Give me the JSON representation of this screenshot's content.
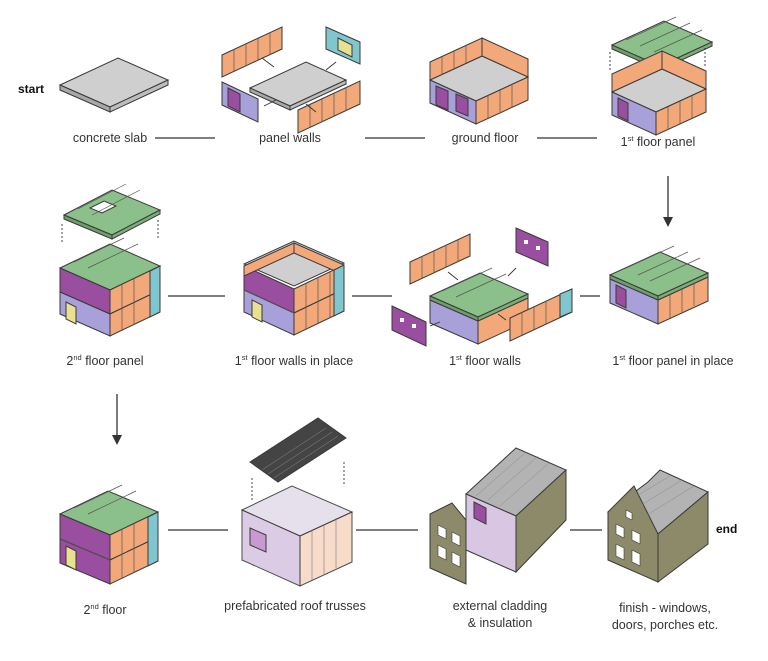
{
  "markers": {
    "start": "start",
    "end": "end"
  },
  "steps": [
    {
      "id": "concrete-slab",
      "label": "concrete slab"
    },
    {
      "id": "panel-walls",
      "label": "panel walls"
    },
    {
      "id": "ground-floor",
      "label": "ground floor"
    },
    {
      "id": "first-floor-panel",
      "label_pre": "1",
      "label_sup": "st",
      "label_post": " floor panel"
    },
    {
      "id": "first-floor-panel-in-place",
      "label_pre": "1",
      "label_sup": "st",
      "label_post": " floor panel in place"
    },
    {
      "id": "first-floor-walls",
      "label_pre": "1",
      "label_sup": "st",
      "label_post": " floor walls"
    },
    {
      "id": "first-floor-walls-in-place",
      "label_pre": "1",
      "label_sup": "st",
      "label_post": " floor walls in place"
    },
    {
      "id": "second-floor-panel",
      "label_pre": "2",
      "label_sup": "nd",
      "label_post": " floor panel"
    },
    {
      "id": "second-floor",
      "label_pre": "2",
      "label_sup": "nd",
      "label_post": " floor"
    },
    {
      "id": "prefabricated-roof-trusses",
      "label": "prefabricated roof trusses"
    },
    {
      "id": "external-cladding",
      "label_line1": "external cladding",
      "label_line2": "& insulation"
    },
    {
      "id": "finish",
      "label_line1": "finish - windows,",
      "label_line2": "doors, porches etc."
    }
  ],
  "colors": {
    "orange_panel": "#f2a878",
    "green_joist": "#8cc08a",
    "purple_panel": "#9a4ea0",
    "teal_panel": "#7fc6cf",
    "lilac_panel": "#a8a0d8",
    "yellow_panel": "#e9e090",
    "slab_top": "#cfcfcf",
    "cladding": "#8c8a68",
    "roof": "#b3b3b3",
    "outline": "#3a3a3a"
  }
}
